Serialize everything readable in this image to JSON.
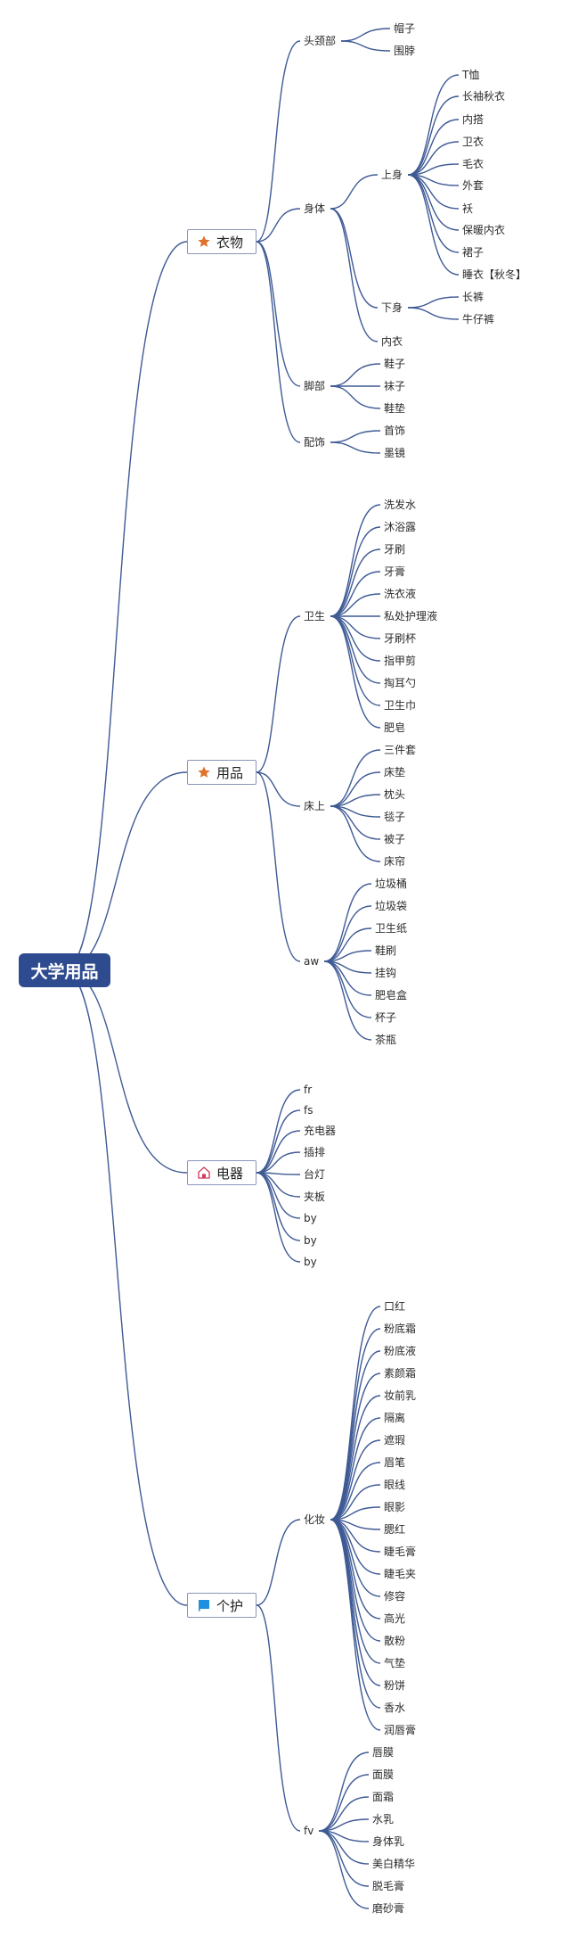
{
  "root": {
    "label": "大学用品"
  },
  "categories": [
    {
      "key": "clothing",
      "label": "衣物",
      "icon": "star-icon",
      "icon_color": "#e0712c",
      "groups": [
        {
          "label": "头颈部",
          "items": [
            "帽子",
            "围脖"
          ]
        },
        {
          "label": "身体",
          "items": [
            {
              "label": "上身",
              "items": [
                "T恤",
                "长袖秋衣",
                "内搭",
                "卫衣",
                "毛衣",
                "外套",
                "袄",
                "保暖内衣",
                "裙子",
                "睡衣【秋冬】"
              ]
            },
            {
              "label": "下身",
              "items": [
                "长裤",
                "牛仔裤"
              ]
            },
            {
              "label": "内衣",
              "items": []
            }
          ]
        },
        {
          "label": "脚部",
          "items": [
            "鞋子",
            "袜子",
            "鞋垫"
          ]
        },
        {
          "label": "配饰",
          "items": [
            "首饰",
            "墨镜"
          ]
        }
      ]
    },
    {
      "key": "supplies",
      "label": "用品",
      "icon": "star-icon",
      "icon_color": "#e0712c",
      "groups": [
        {
          "label": "卫生",
          "items": [
            "洗发水",
            "沐浴露",
            "牙刷",
            "牙膏",
            "洗衣液",
            "私处护理液",
            "牙刷杯",
            "指甲剪",
            "掏耳勺",
            "卫生巾",
            "肥皂"
          ]
        },
        {
          "label": "床上",
          "items": [
            "三件套",
            "床垫",
            "枕头",
            "毯子",
            "被子",
            "床帘"
          ]
        },
        {
          "label": "aw",
          "items": [
            "垃圾桶",
            "垃圾袋",
            "卫生纸",
            "鞋刷",
            "挂钩",
            "肥皂盒",
            "杯子",
            "茶瓶"
          ]
        }
      ]
    },
    {
      "key": "electronics",
      "label": "电器",
      "icon": "home-icon",
      "icon_color": "#d23c5a",
      "groups": [
        {
          "label": "fr",
          "items": []
        },
        {
          "label": "fs",
          "items": []
        },
        {
          "label": "充电器",
          "items": []
        },
        {
          "label": "插排",
          "items": []
        },
        {
          "label": "台灯",
          "items": []
        },
        {
          "label": "夹板",
          "items": []
        },
        {
          "label": "by",
          "items": []
        },
        {
          "label": "by",
          "items": []
        },
        {
          "label": "by",
          "items": []
        }
      ]
    },
    {
      "key": "personal-care",
      "label": "个护",
      "icon": "flag-icon",
      "icon_color": "#1f8fe0",
      "groups": [
        {
          "label": "化妆",
          "items": [
            "口红",
            "粉底霜",
            "粉底液",
            "素颜霜",
            "妆前乳",
            "隔离",
            "遮瑕",
            "眉笔",
            "眼线",
            "眼影",
            "腮红",
            "睫毛膏",
            "睫毛夹",
            "修容",
            "高光",
            "散粉",
            "气垫",
            "粉饼",
            "香水",
            "润唇膏"
          ]
        },
        {
          "label": "fv",
          "items": [
            "唇膜",
            "面膜",
            "面霜",
            "水乳",
            "身体乳",
            "美白精华",
            "脱毛膏",
            "磨砂膏"
          ]
        }
      ]
    }
  ],
  "colors": {
    "line": "#3f5a95",
    "root_bg": "#2f4b8f",
    "root_text": "#ffffff",
    "text": "#2b2b2b"
  }
}
